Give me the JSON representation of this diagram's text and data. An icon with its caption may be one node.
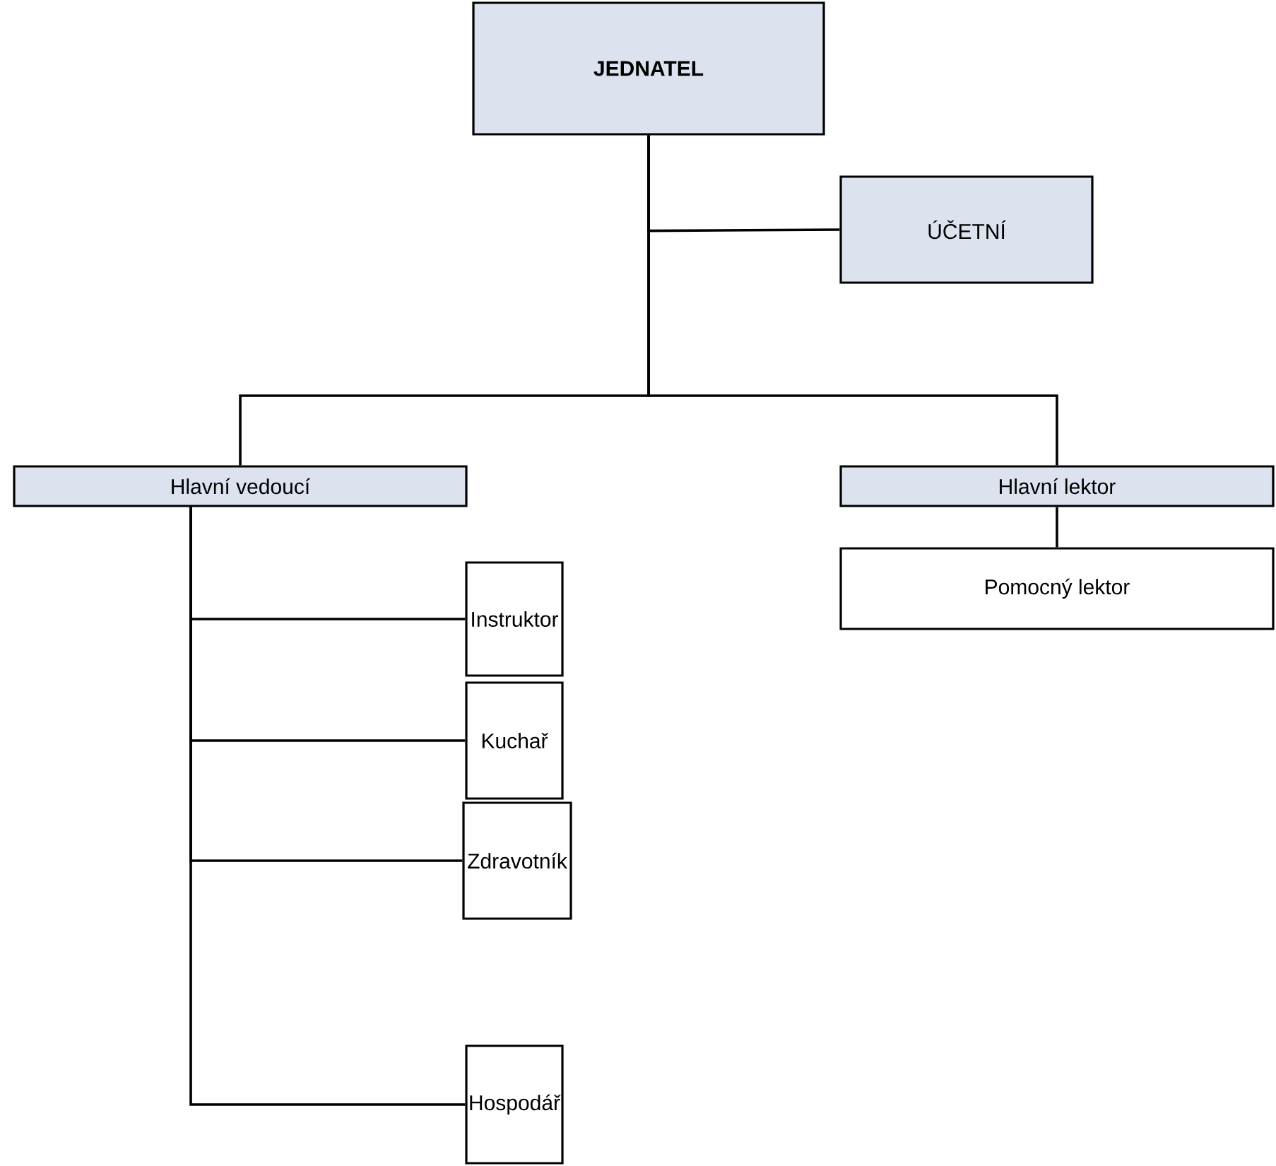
{
  "diagram": {
    "nodes": [
      {
        "text": [
          "JEDNATEL"
        ]
      },
      {
        "text": [
          "ÚČETNÍ"
        ]
      },
      {
        "text": [
          "Hlavní vedoucí"
        ]
      },
      {
        "text": [
          "Hlavní lektor"
        ]
      },
      {
        "text": [
          "Pomocný lektor"
        ]
      },
      {
        "text": [
          "Instruktor"
        ]
      },
      {
        "text": [
          "Kuchař"
        ]
      },
      {
        "text": [
          "Zdravotník"
        ]
      },
      {
        "text": [
          "Hospodář"
        ]
      }
    ],
    "edges": [
      {
        "from": 0,
        "to": 1,
        "arrow": "none"
      },
      {
        "from": 0,
        "to": 2,
        "arrow": "none"
      },
      {
        "from": 0,
        "to": 3,
        "arrow": "none"
      },
      {
        "from": 3,
        "to": 4,
        "arrow": "none"
      },
      {
        "from": 2,
        "to": 5,
        "arrow": "none"
      },
      {
        "from": 2,
        "to": 6,
        "arrow": "none"
      },
      {
        "from": 2,
        "to": 7,
        "arrow": "none"
      },
      {
        "from": 2,
        "to": 8,
        "arrow": "none"
      }
    ]
  }
}
